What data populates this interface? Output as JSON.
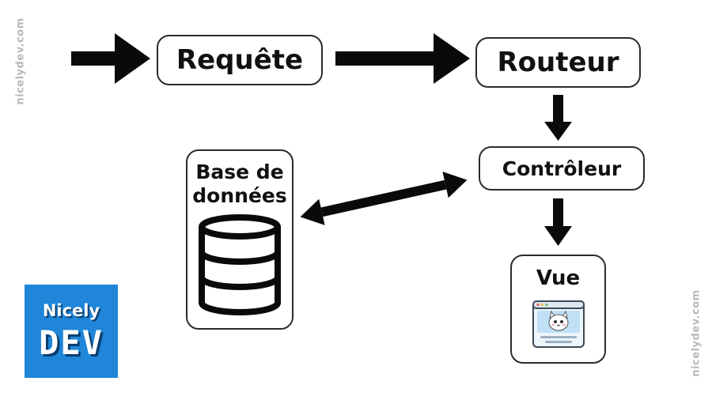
{
  "nodes": {
    "requete": "Requête",
    "routeur": "Routeur",
    "controleur": "Contrôleur",
    "database_line1": "Base de",
    "database_line2": "données",
    "vue": "Vue"
  },
  "logo": {
    "line1": "Nicely",
    "line2": "DEV",
    "bg_color": "#1f86d9"
  },
  "watermark": {
    "left": "nicelydev.com",
    "right": "nicelydev.com"
  },
  "icons": {
    "database": "database-cylinder-icon",
    "vue": "browser-window-cat-icon"
  },
  "edges": [
    {
      "from": "input",
      "to": "requete"
    },
    {
      "from": "requete",
      "to": "routeur"
    },
    {
      "from": "routeur",
      "to": "controleur"
    },
    {
      "from": "controleur",
      "to": "database",
      "bidirectional": true
    },
    {
      "from": "controleur",
      "to": "vue"
    }
  ]
}
